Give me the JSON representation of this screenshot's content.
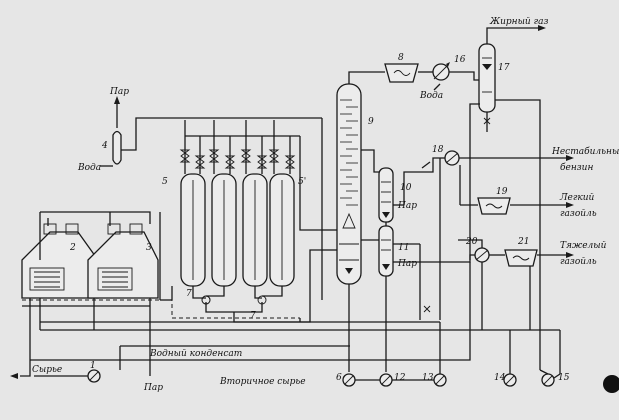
{
  "labels": {
    "fat_gas": "Жирный газ",
    "steam_top": "Пар",
    "water_left": "Вода",
    "water_top": "Вода",
    "steam_10": "Пар",
    "steam_11": "Пар",
    "unstable_gasoline_1": "Нестабильный",
    "unstable_gasoline_2": "бензин",
    "light_gasoil_1": "Легкий",
    "light_gasoil_2": "газойль",
    "heavy_gasoil_1": "Тяжелый",
    "heavy_gasoil_2": "газойль",
    "water_condensate": "Водный конденсат",
    "feed": "Сырье",
    "steam_bottom": "Пар",
    "secondary_feed": "Вторичное сырье"
  },
  "numbers": {
    "n1": "1",
    "n2": "2",
    "n3": "3",
    "n4": "4",
    "n5": "5",
    "n5p": "5'",
    "n6": "6",
    "n7a": "7",
    "n7b": "7",
    "n8": "8",
    "n9": "9",
    "n10": "10",
    "n11": "11",
    "n12": "12",
    "n13": "13",
    "n14": "14",
    "n15": "15",
    "n16": "16",
    "n17": "17",
    "n18": "18",
    "n19": "19",
    "n20": "20",
    "n21": "21"
  }
}
